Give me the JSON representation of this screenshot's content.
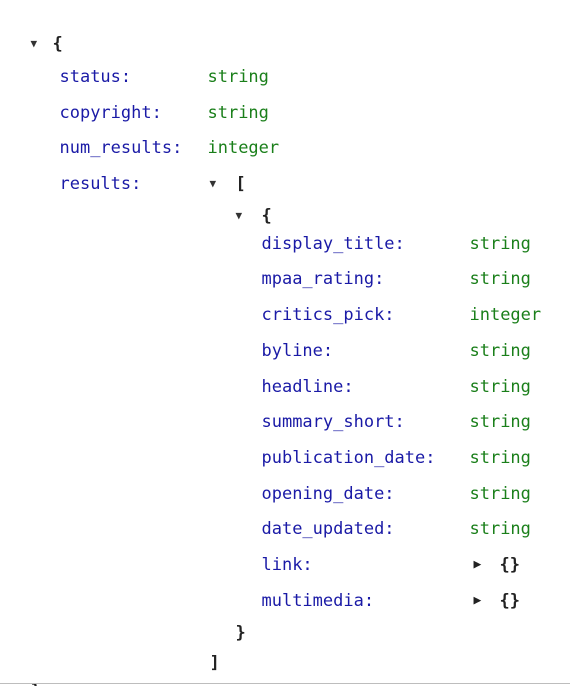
{
  "glyphs": {
    "open_brace": "{",
    "close_brace": "}",
    "open_bracket": "[",
    "close_bracket": "]",
    "collapsed_object": "{}",
    "expanded_triangle": "▼",
    "collapsed_triangle": "▶"
  },
  "root": {
    "fields": [
      {
        "key": "status:",
        "type": "string"
      },
      {
        "key": "copyright:",
        "type": "string"
      },
      {
        "key": "num_results:",
        "type": "integer"
      },
      {
        "key": "results:"
      }
    ]
  },
  "result_item": {
    "fields": [
      {
        "key": "display_title:",
        "type": "string"
      },
      {
        "key": "mpaa_rating:",
        "type": "string"
      },
      {
        "key": "critics_pick:",
        "type": "integer"
      },
      {
        "key": "byline:",
        "type": "string"
      },
      {
        "key": "headline:",
        "type": "string"
      },
      {
        "key": "summary_short:",
        "type": "string"
      },
      {
        "key": "publication_date:",
        "type": "string"
      },
      {
        "key": "opening_date:",
        "type": "string"
      },
      {
        "key": "date_updated:",
        "type": "string"
      },
      {
        "key": "link:"
      },
      {
        "key": "multimedia:"
      }
    ]
  },
  "colors": {
    "key": "#1a1aa6",
    "type": "#1a7f1a",
    "punctuation": "#222222"
  }
}
